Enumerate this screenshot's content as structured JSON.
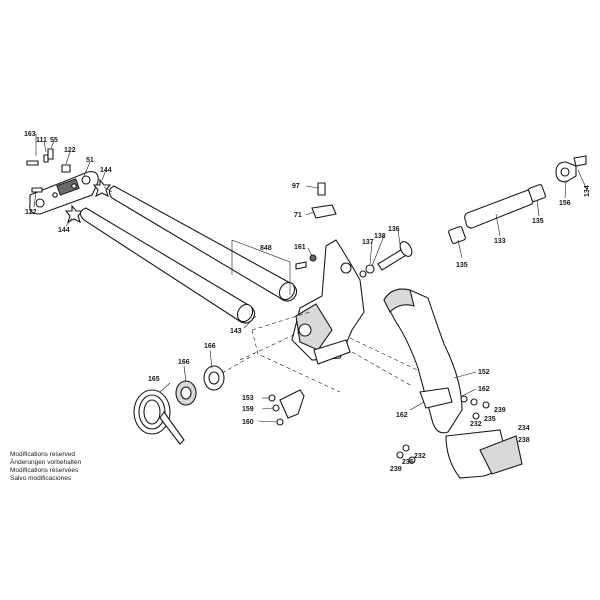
{
  "diagram": {
    "part_numbers": {
      "p163": "163",
      "p111": "111",
      "p55": "55",
      "p122a": "122",
      "p51": "51",
      "p144a": "144",
      "p122b": "122",
      "p144b": "144",
      "p97": "97",
      "p71": "71",
      "p848": "848",
      "p161": "161",
      "p137": "137",
      "p138": "138",
      "p136": "136",
      "p143": "143",
      "p134": "134",
      "p156": "156",
      "p135a": "135",
      "p133": "133",
      "p135b": "135",
      "p166a": "166",
      "p166b": "166",
      "p165": "165",
      "p153": "153",
      "p159": "159",
      "p160": "160",
      "p152": "152",
      "p162a": "162",
      "p162b": "162",
      "p239a": "239",
      "p232a": "232",
      "p235a": "235",
      "p234": "234",
      "p238": "238",
      "p232b": "232",
      "p235b": "235",
      "p239b": "239"
    },
    "notice": {
      "line1": "Modifications reserved",
      "line2": "Änderungen vorbehalten",
      "line3": "Modifications réservées",
      "line4": "Salvo modificaciones"
    }
  },
  "colors": {
    "line": "#1a1a1a",
    "fill_light": "#d9d9d9",
    "fill_dark": "#6a6a6a",
    "background": "#ffffff"
  }
}
